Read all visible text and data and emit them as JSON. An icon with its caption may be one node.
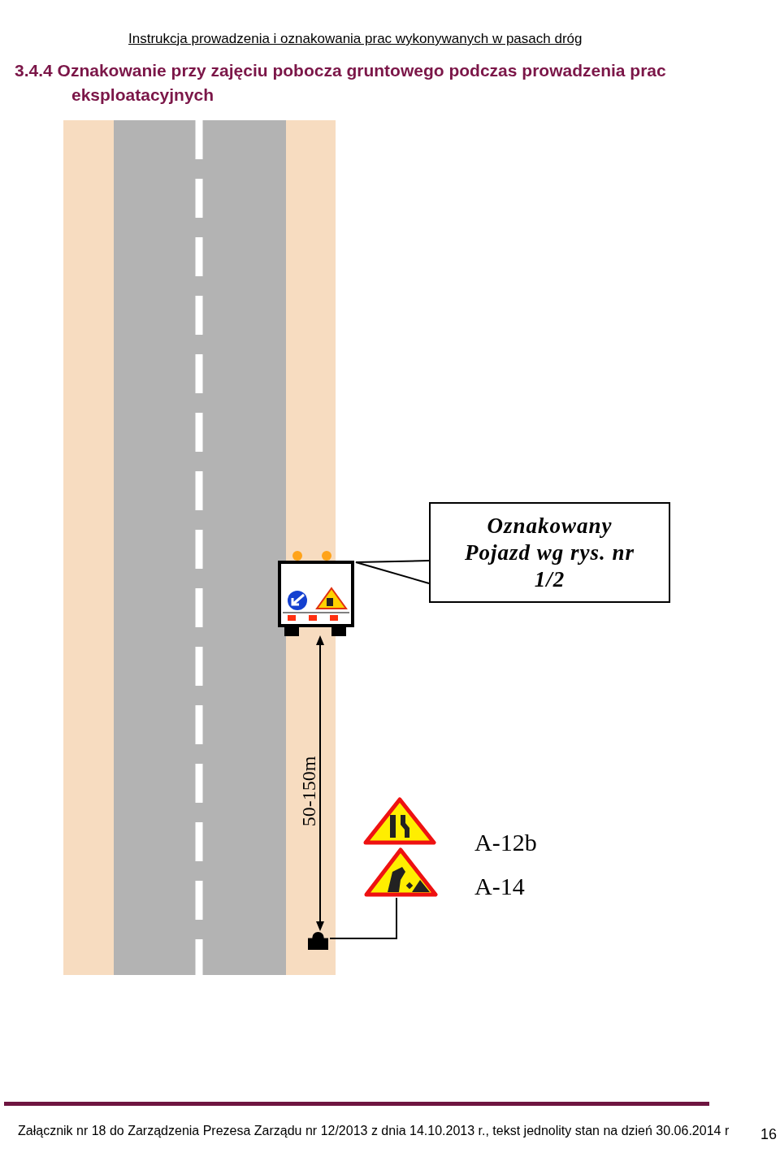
{
  "diagram": {
    "title": "3.4.4 Oznakowanie przy zajęciu pobocza gruntowego podczas prowadzenia prac eksploatacyjnych",
    "nodes": [
      {
        "text": [],
        "shape": "picture"
      },
      {
        "text": [
          "Oznakowany Pojazd wg rys. nr 1/2"
        ]
      },
      {
        "text": [],
        "shape": "box"
      },
      {
        "text": [],
        "shape": "picture"
      },
      {
        "text": [],
        "shape": "picture"
      }
    ],
    "edges": [
      {
        "from": 1,
        "to": 0,
        "arrow": "none"
      },
      {
        "from": 2,
        "to": 4,
        "arrow": "none"
      }
    ],
    "labels": [
      "Instrukcja prowadzenia i oznakowania prac wykonywanych w pasach dróg",
      "50-150m",
      "A-12b",
      "A-14",
      "Załącznik nr 18 do Zarządzenia Prezesa Zarządu nr 12/2013 z dnia 14.10.2013 r., tekst jednolity stan na dzień 30.06.2014 r",
      "16"
    ]
  }
}
